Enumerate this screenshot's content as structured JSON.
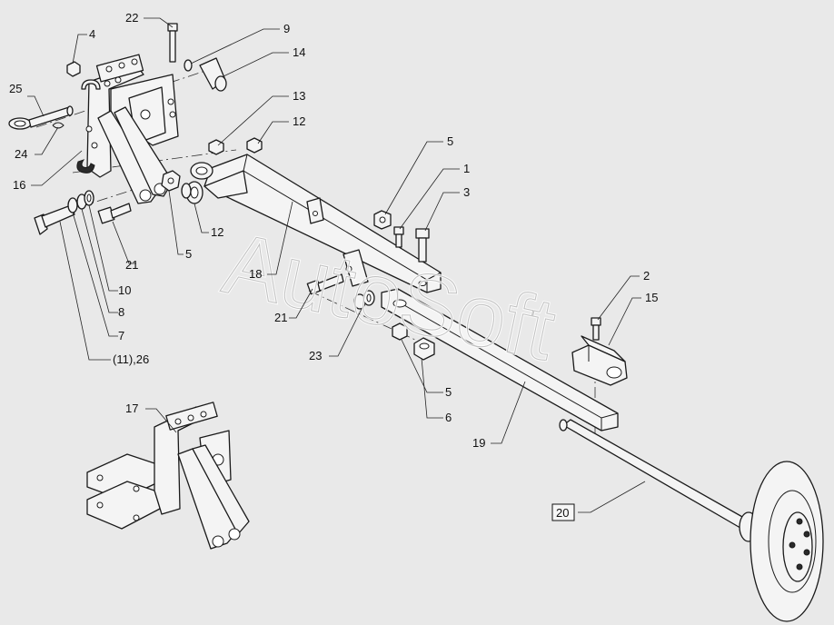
{
  "watermark": "AutoSoft",
  "callouts": [
    {
      "id": "c22",
      "text": "22"
    },
    {
      "id": "c9",
      "text": "9"
    },
    {
      "id": "c14",
      "text": "14"
    },
    {
      "id": "c4",
      "text": "4"
    },
    {
      "id": "c25",
      "text": "25"
    },
    {
      "id": "c24",
      "text": "24"
    },
    {
      "id": "c16",
      "text": "16"
    },
    {
      "id": "c13",
      "text": "13"
    },
    {
      "id": "c12a",
      "text": "12"
    },
    {
      "id": "c12b",
      "text": "12"
    },
    {
      "id": "c5a",
      "text": "5"
    },
    {
      "id": "c5b",
      "text": "5"
    },
    {
      "id": "c5c",
      "text": "5"
    },
    {
      "id": "c1",
      "text": "1"
    },
    {
      "id": "c3",
      "text": "3"
    },
    {
      "id": "c21a",
      "text": "21"
    },
    {
      "id": "c21b",
      "text": "21"
    },
    {
      "id": "c10",
      "text": "10"
    },
    {
      "id": "c8",
      "text": "8"
    },
    {
      "id": "c7",
      "text": "7"
    },
    {
      "id": "c11_26",
      "text": "(11),26"
    },
    {
      "id": "c18",
      "text": "18"
    },
    {
      "id": "c23",
      "text": "23"
    },
    {
      "id": "c6",
      "text": "6"
    },
    {
      "id": "c2",
      "text": "2"
    },
    {
      "id": "c15",
      "text": "15"
    },
    {
      "id": "c19",
      "text": "19"
    },
    {
      "id": "c17",
      "text": "17"
    },
    {
      "id": "c20",
      "text": "20"
    }
  ]
}
